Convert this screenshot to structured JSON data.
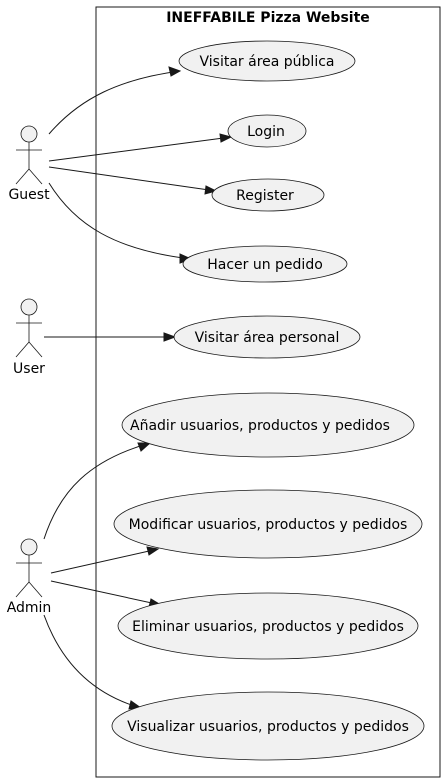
{
  "system": {
    "title": "INEFFABILE Pizza Website"
  },
  "actors": [
    {
      "id": "guest",
      "label": "Guest"
    },
    {
      "id": "user",
      "label": "User"
    },
    {
      "id": "admin",
      "label": "Admin"
    }
  ],
  "use_cases": [
    {
      "id": "visitar-publica",
      "label": "Visitar área pública"
    },
    {
      "id": "login",
      "label": "Login"
    },
    {
      "id": "register",
      "label": "Register"
    },
    {
      "id": "hacer-pedido",
      "label": "Hacer un pedido"
    },
    {
      "id": "visitar-personal",
      "label": "Visitar área personal"
    },
    {
      "id": "anadir",
      "label": "Añadir usuarios, productos y pedidos"
    },
    {
      "id": "modificar",
      "label": "Modificar usuarios, productos y pedidos"
    },
    {
      "id": "eliminar",
      "label": "Eliminar usuarios, productos y pedidos"
    },
    {
      "id": "visualizar",
      "label": "Visualizar usuarios, productos y pedidos"
    }
  ],
  "associations": [
    {
      "from": "guest",
      "to": "visitar-publica"
    },
    {
      "from": "guest",
      "to": "login"
    },
    {
      "from": "guest",
      "to": "register"
    },
    {
      "from": "guest",
      "to": "hacer-pedido"
    },
    {
      "from": "user",
      "to": "visitar-personal"
    },
    {
      "from": "admin",
      "to": "anadir"
    },
    {
      "from": "admin",
      "to": "modificar"
    },
    {
      "from": "admin",
      "to": "eliminar"
    },
    {
      "from": "admin",
      "to": "visualizar"
    }
  ]
}
